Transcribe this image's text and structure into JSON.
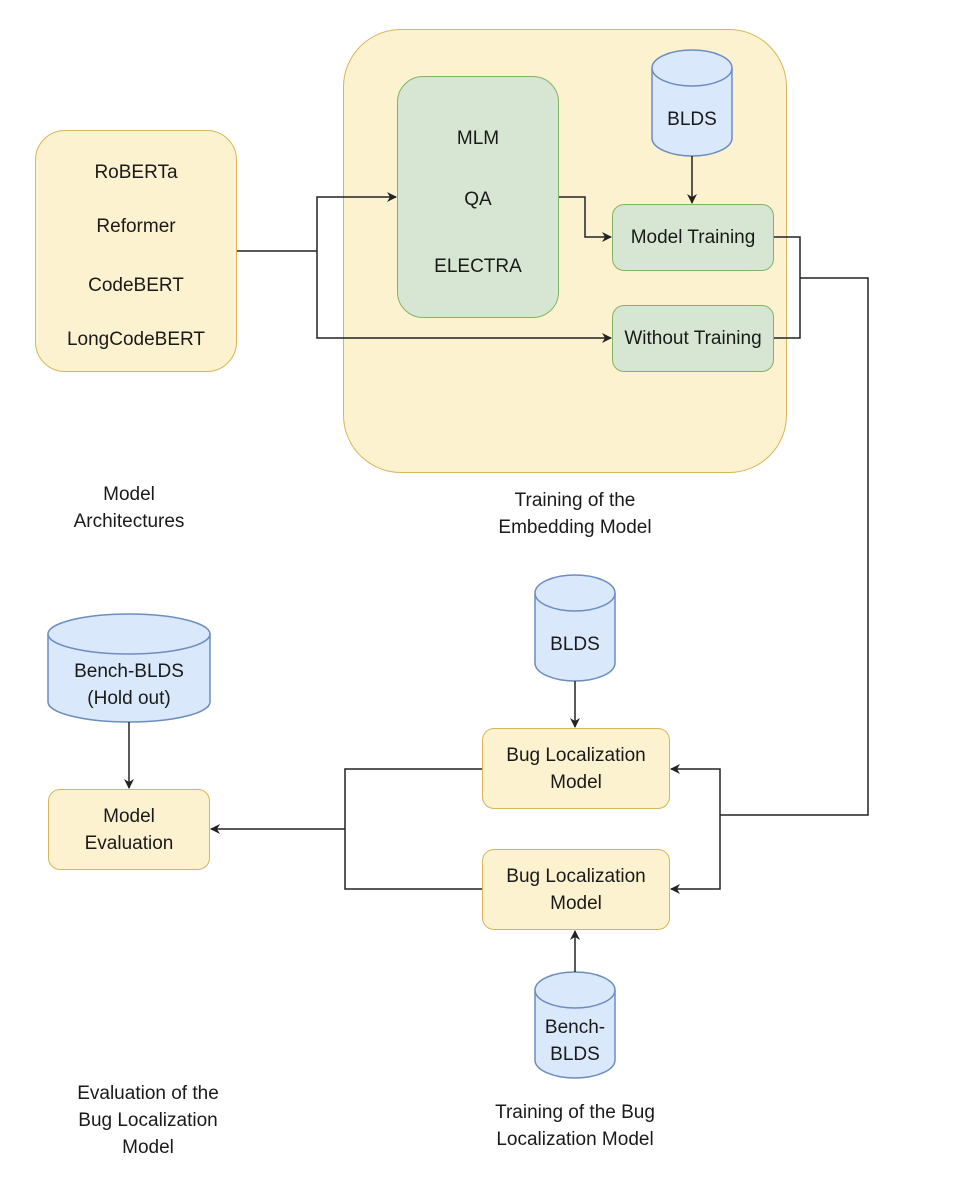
{
  "model_architectures": {
    "items": [
      "RoBERTa",
      "Reformer",
      "CodeBERT",
      "LongCodeBERT"
    ],
    "caption": [
      "Model",
      "Architectures"
    ]
  },
  "embedding_training": {
    "objectives": [
      "MLM",
      "QA",
      "ELECTRA"
    ],
    "dataset": "BLDS",
    "model_training": "Model Training",
    "without_training": "Without Training",
    "caption": [
      "Training of the",
      "Embedding Model"
    ]
  },
  "bug_localization_training": {
    "dataset_top": "BLDS",
    "model_top": [
      "Bug Localization",
      "Model"
    ],
    "model_bottom": [
      "Bug Localization",
      "Model"
    ],
    "dataset_bottom": [
      "Bench-",
      "BLDS"
    ],
    "caption": [
      "Training of the Bug",
      "Localization Model"
    ]
  },
  "evaluation": {
    "dataset": [
      "Bench-BLDS",
      "(Hold out)"
    ],
    "model_evaluation": [
      "Model",
      "Evaluation"
    ],
    "caption": [
      "Evaluation of the",
      "Bug Localization",
      "Model"
    ]
  },
  "colors": {
    "yellow_fill": "#fdf2d0",
    "yellow_stroke": "#d6b656",
    "green_fill": "#d7e6d3",
    "green_stroke": "#82b366",
    "db_fill": "#dae8fc",
    "db_stroke": "#6c8ebf",
    "edge": "#222222"
  }
}
